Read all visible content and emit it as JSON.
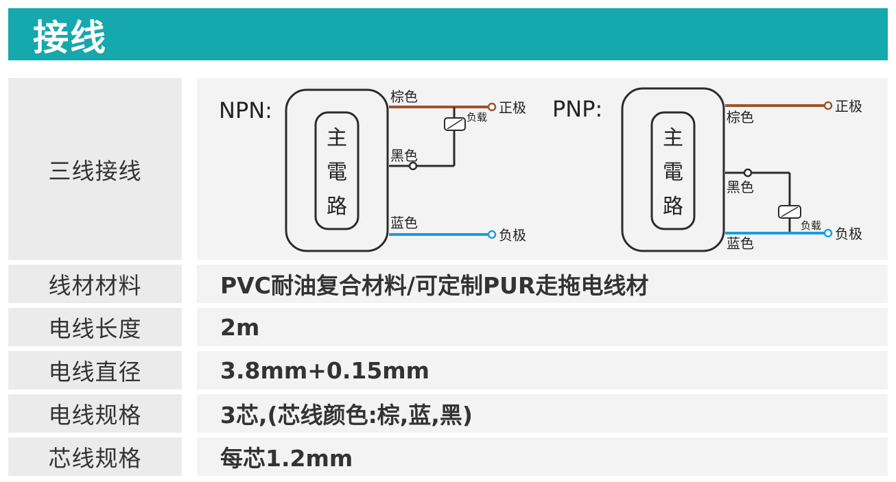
{
  "header": {
    "title": "接线"
  },
  "wiring": {
    "label": "三线接线",
    "npn": {
      "label": "NPN:",
      "circuit_chars": [
        "主",
        "電",
        "路"
      ],
      "brown": "棕色",
      "black": "黑色",
      "blue": "蓝色",
      "load": "负载",
      "positive": "正极",
      "negative": "负极"
    },
    "pnp": {
      "label": "PNP:",
      "circuit_chars": [
        "主",
        "電",
        "路"
      ],
      "brown": "棕色",
      "black": "黑色",
      "blue": "蓝色",
      "load": "负载",
      "positive": "正极",
      "negative": "负极"
    }
  },
  "specs": [
    {
      "label": "线材材料",
      "value": "PVC耐油复合材料/可定制PUR走拖电线材"
    },
    {
      "label": "电线长度",
      "value": "2m"
    },
    {
      "label": "电线直径",
      "value": "3.8mm+0.15mm"
    },
    {
      "label": "电线规格",
      "value": "3芯,(芯线颜色:棕,蓝,黑)"
    },
    {
      "label": "芯线规格",
      "value": "每芯1.2mm"
    }
  ],
  "colors": {
    "header_bg": "#15a8ad",
    "brown_wire": "#a0522d",
    "blue_wire": "#1a9ce0",
    "black_wire": "#2b2b2b"
  }
}
